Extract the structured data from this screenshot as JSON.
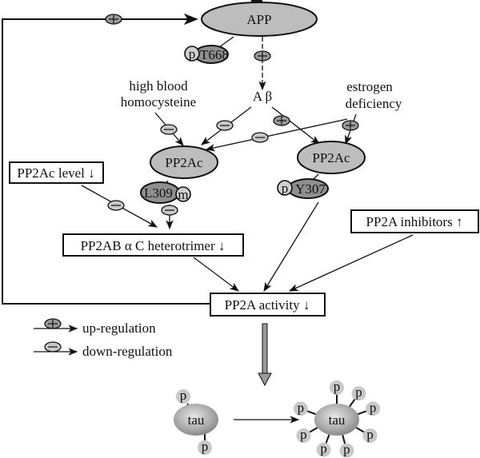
{
  "diagram": {
    "nodes": {
      "app": "APP",
      "app_phospho_p": "p",
      "app_phospho_site": "T668",
      "abeta": "A β",
      "high_blood_homocysteine": [
        "high blood",
        "homocysteine"
      ],
      "estrogen_deficiency": [
        "estrogen",
        "deficiency"
      ],
      "pp2ac_left": "PP2Ac",
      "pp2ac_left_site": "L309",
      "pp2ac_left_mod": "m",
      "pp2ac_right": "PP2Ac",
      "pp2ac_right_p": "p",
      "pp2ac_right_site": "Y307",
      "pp2ac_level_box": "PP2Ac level ↓",
      "heterotrimer_box": "PP2AB α C heterotrimer ↓",
      "inhibitors_box": "PP2A inhibitors ↑",
      "activity_box": "PP2A activity ↓",
      "tau_left": "tau",
      "tau_right": "tau",
      "phospho_label": "p"
    },
    "legend": {
      "up": "up-regulation",
      "down": "down-regulation"
    },
    "edges": [
      {
        "from": "PP2A activity ↓",
        "to": "APP",
        "sign": "+"
      },
      {
        "from": "APP",
        "to": "A β",
        "sign": "+"
      },
      {
        "from": "high blood homocysteine",
        "to": "PP2Ac (L309)",
        "sign": "-"
      },
      {
        "from": "A β",
        "to": "PP2Ac (L309)",
        "sign": "-"
      },
      {
        "from": "A β",
        "to": "PP2Ac (Y307)",
        "sign": "+"
      },
      {
        "from": "estrogen deficiency",
        "to": "PP2Ac (L309)",
        "sign": "-"
      },
      {
        "from": "estrogen deficiency",
        "to": "PP2Ac (Y307)",
        "sign": "+"
      },
      {
        "from": "PP2Ac level ↓",
        "to": "PP2AB α C heterotrimer ↓",
        "sign": "-"
      },
      {
        "from": "PP2Ac (L309 m)",
        "to": "PP2AB α C heterotrimer ↓",
        "sign": "-"
      },
      {
        "from": "PP2AB α C heterotrimer ↓",
        "to": "PP2A activity ↓",
        "sign": ""
      },
      {
        "from": "PP2Ac (Y307)",
        "to": "PP2A activity ↓",
        "sign": ""
      },
      {
        "from": "PP2A inhibitors ↑",
        "to": "PP2A activity ↓",
        "sign": ""
      },
      {
        "from": "PP2A activity ↓",
        "to": "tau hyperphosphorylation",
        "sign": ""
      },
      {
        "from": "tau",
        "to": "tau (hyperphosphorylated)",
        "sign": ""
      }
    ],
    "tau_left_phospho_count": 2,
    "tau_right_phospho_count": 8
  }
}
